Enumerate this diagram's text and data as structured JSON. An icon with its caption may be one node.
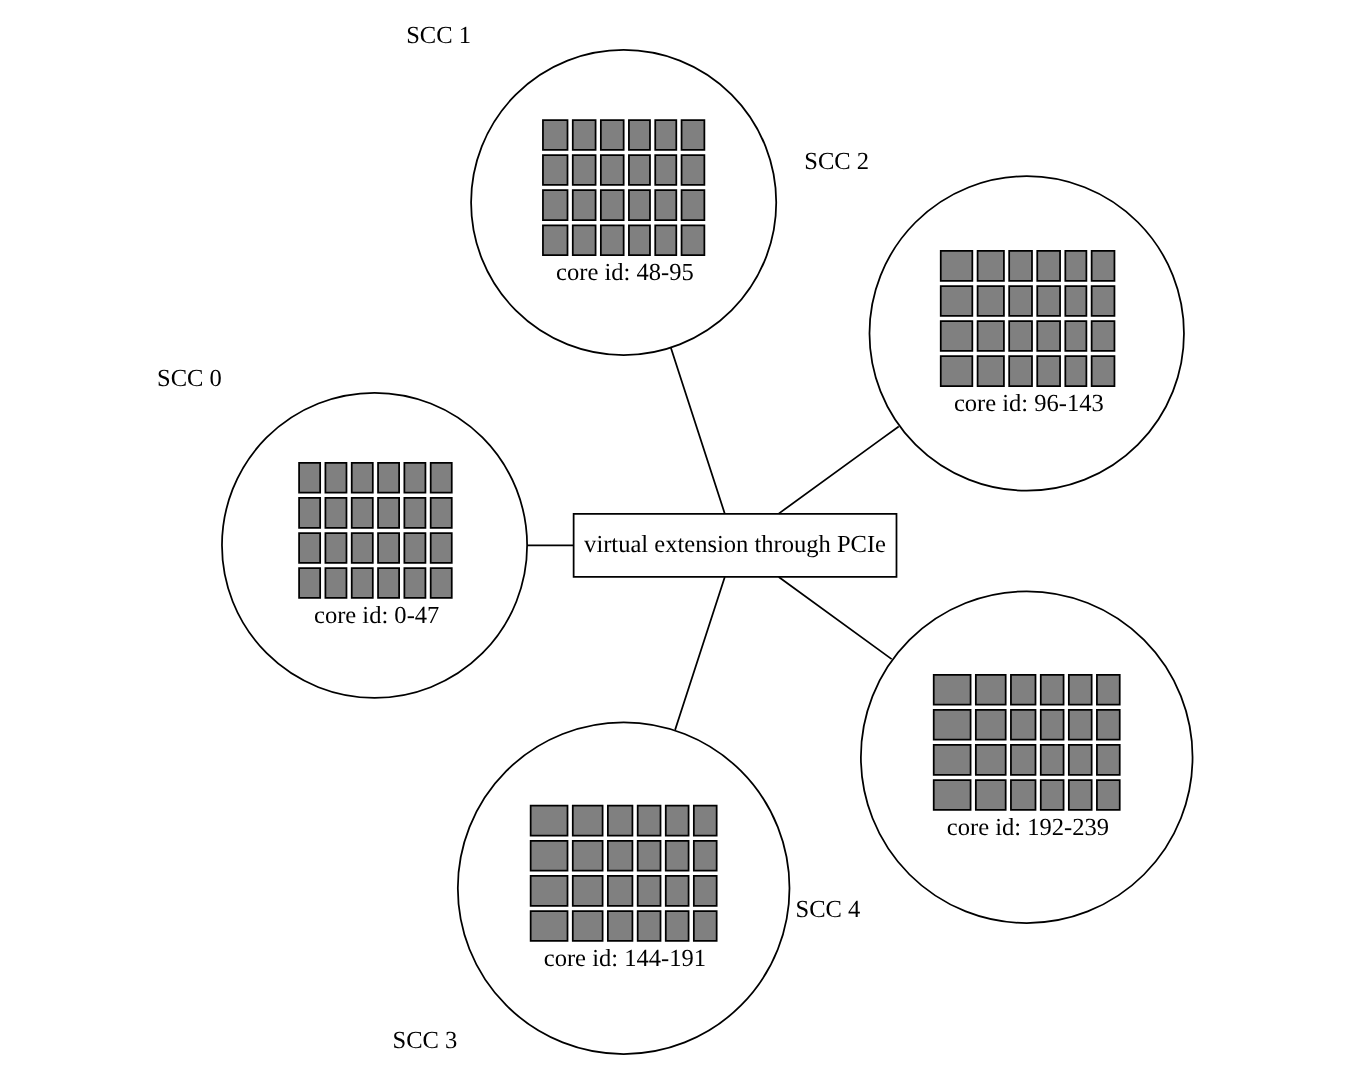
{
  "diagram": {
    "nodes": [
      {
        "text": [
          "SCC 2",
          "core id: 96-143"
        ]
      },
      {
        "text": [
          "SCC 1",
          "core id: 48-95"
        ]
      },
      {
        "text": [
          "SCC 0",
          "core id: 0-47"
        ]
      },
      {
        "text": [
          "virtual extension through PCIe"
        ]
      },
      {
        "text": [
          "SCC 3",
          "core id: 144-191"
        ]
      },
      {
        "text": [
          "SCC 4",
          "core id: 192-239"
        ]
      }
    ],
    "edges": [
      {
        "from": 3,
        "to": 0,
        "arrow": "none"
      },
      {
        "from": 3,
        "to": 1,
        "arrow": "none"
      },
      {
        "from": 3,
        "to": 2,
        "arrow": "none"
      },
      {
        "from": 3,
        "to": 4,
        "arrow": "none"
      },
      {
        "from": 3,
        "to": 5,
        "arrow": "none"
      }
    ]
  }
}
